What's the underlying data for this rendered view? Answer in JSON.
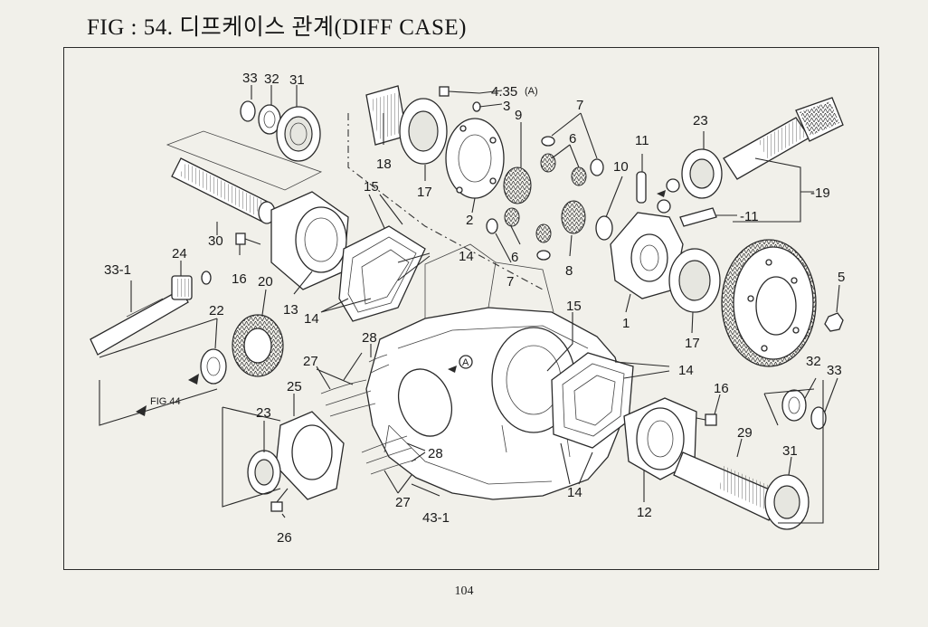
{
  "header": {
    "title": "FIG : 54. 디프케이스 관계(DIFF CASE)"
  },
  "footer": {
    "page_number": "104"
  },
  "callouts": {
    "c33_top": "33",
    "c32_top": "32",
    "c31_top": "31",
    "c4_35": "4.35",
    "c4_35_a": "(A)",
    "c3": "3",
    "c9": "9",
    "c7_top": "7",
    "c6_top": "6",
    "c11_top": "11",
    "c10": "10",
    "c23_top": "23",
    "c19": "-19",
    "c11_mid": "-11",
    "c18": "18",
    "c17_top": "17",
    "c2": "2",
    "c15_left": "15",
    "c14_left_r": "14",
    "c14_left_l": "14",
    "c30": "30",
    "c24": "24",
    "c33_1": "33-1",
    "c16_left": "16",
    "c20": "20",
    "c13": "13",
    "c22": "22",
    "c6_bot": "6",
    "c7_bot": "7",
    "c8": "8",
    "c1": "1",
    "c5": "5",
    "c17_right": "17",
    "c15_right": "15",
    "c14_right": "14",
    "c28_top": "28",
    "c27_top": "27",
    "c25": "25",
    "c23_bot": "23",
    "fig44": "FIG.44",
    "c28_bot": "28",
    "c27_bot": "27",
    "c43_1": "43-1",
    "c14_bot": "14",
    "c12": "12",
    "c16_right": "16",
    "c29": "29",
    "c32_right": "32",
    "c33_right": "33",
    "c31_right": "31",
    "c26": "26",
    "ref_a": "A"
  }
}
